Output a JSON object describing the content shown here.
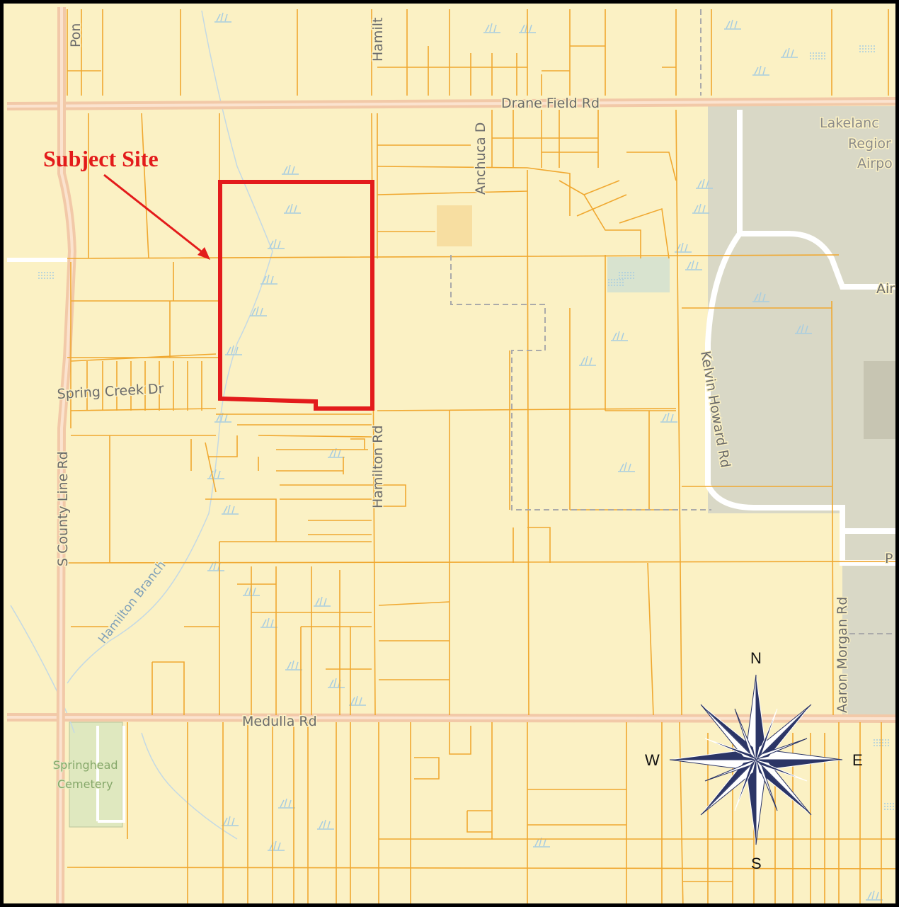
{
  "map": {
    "colors": {
      "background": "#fbf1c4",
      "parcel_line": "#f0a830",
      "major_road": "#f2c9a8",
      "airport": "#d9d8c6",
      "subject_outline": "#e31b1b",
      "compass": "#2b3566"
    },
    "roads": {
      "drane_field": "Drane Field Rd",
      "medulla": "Medulla Rd",
      "county_line": "S County Line Rd",
      "hamilton": "Hamilton Rd",
      "hamilton_top": "Hamilt",
      "anchuca": "Anchuca D",
      "kelvin_howard": "Kelvin Howard Rd",
      "aaron_morgan": "Aaron Morgan Rd",
      "spring_creek": "Spring Creek Dr",
      "air_partial": "Air",
      "p_partial": "P",
      "pon_partial": "Pon"
    },
    "water": {
      "hamilton_branch": "Hamilton Branch"
    },
    "places": {
      "airport_lines": [
        "Lakelanc",
        "Regior",
        "Airpo"
      ],
      "cemetery_lines": [
        "Springhead",
        "Cemetery"
      ]
    },
    "annotation": {
      "subject_site": "Subject Site"
    },
    "compass": {
      "north": "N",
      "south": "S",
      "east": "E",
      "west": "W",
      "icon": "compass-rose-icon"
    }
  }
}
